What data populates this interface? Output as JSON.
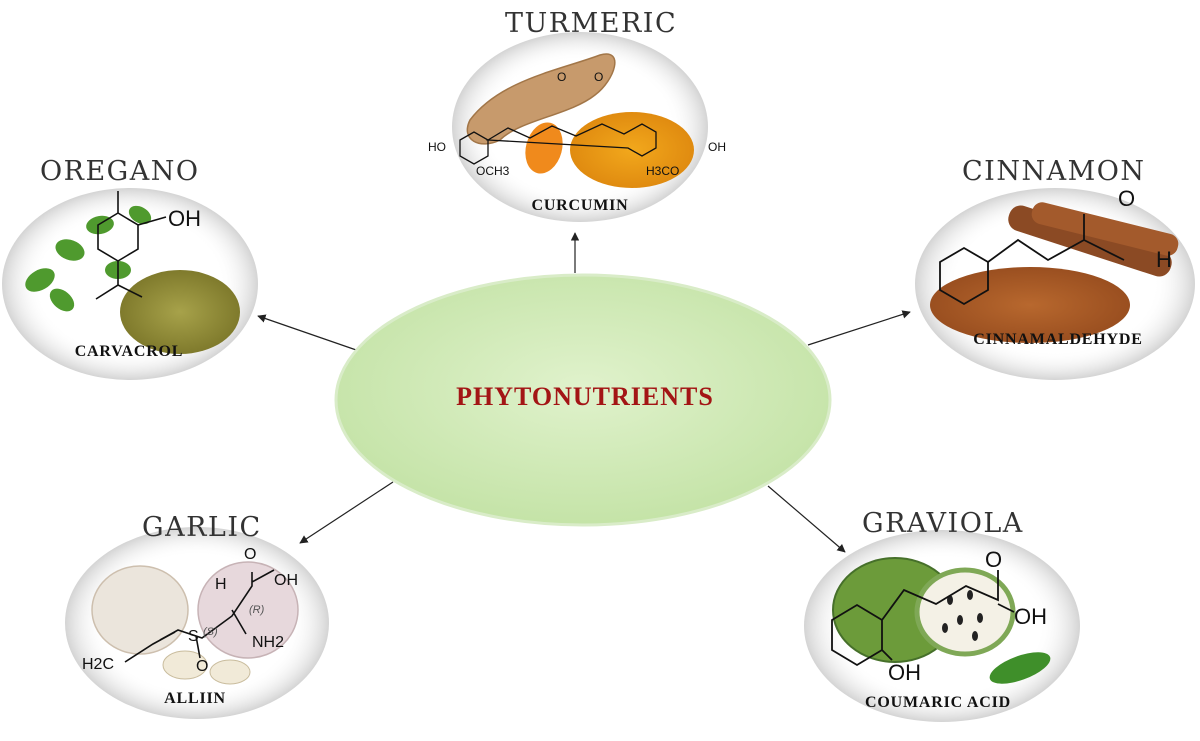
{
  "center": {
    "label": "PHYTONUTRIENTS"
  },
  "colors": {
    "center_fill": "#cfe9b6",
    "center_label": "#a31515",
    "arrow": "#222222"
  },
  "nodes": {
    "turmeric": {
      "name": "TURMERIC",
      "compound": "CURCUMIN",
      "atoms": {
        "ho": "HO",
        "oh": "OH",
        "och3": "OCH3",
        "h3co": "H3CO",
        "o1": "O",
        "o2": "O"
      }
    },
    "oregano": {
      "name": "OREGANO",
      "compound": "CARVACROL",
      "atoms": {
        "oh": "OH"
      }
    },
    "cinnamon": {
      "name": "CINNAMON",
      "compound": "CINNAMALDEHYDE",
      "atoms": {
        "o": "O",
        "h": "H"
      }
    },
    "garlic": {
      "name": "GARLIC",
      "compound": "ALLIIN",
      "atoms": {
        "o_top": "O",
        "oh": "OH",
        "h": "H",
        "r": "(R)",
        "s_stereo": "(S)",
        "s": "S",
        "nh2": "NH2",
        "o": "O",
        "h2c": "H2C"
      }
    },
    "graviola": {
      "name": "GRAVIOLA",
      "compound": "COUMARIC ACID",
      "atoms": {
        "o": "O",
        "oh": "OH",
        "oh_ring": "OH"
      }
    }
  }
}
